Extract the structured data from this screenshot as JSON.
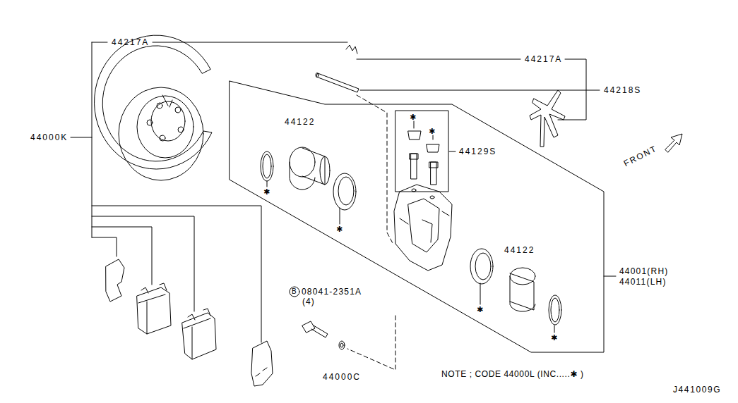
{
  "diagram": {
    "labels": [
      "44217A",
      "44217A",
      "44218S",
      "44000K",
      "44122",
      "44129S",
      "FRONT",
      "44122",
      "44001(RH)",
      "44011(LH)",
      "B",
      "08041-2351A",
      "(4)",
      "44000C",
      "NOTE ; CODE 44000L (INC.....✱ )",
      "J441009G",
      "✱",
      "✱",
      "✱",
      "✱",
      "✱",
      "✱"
    ]
  }
}
